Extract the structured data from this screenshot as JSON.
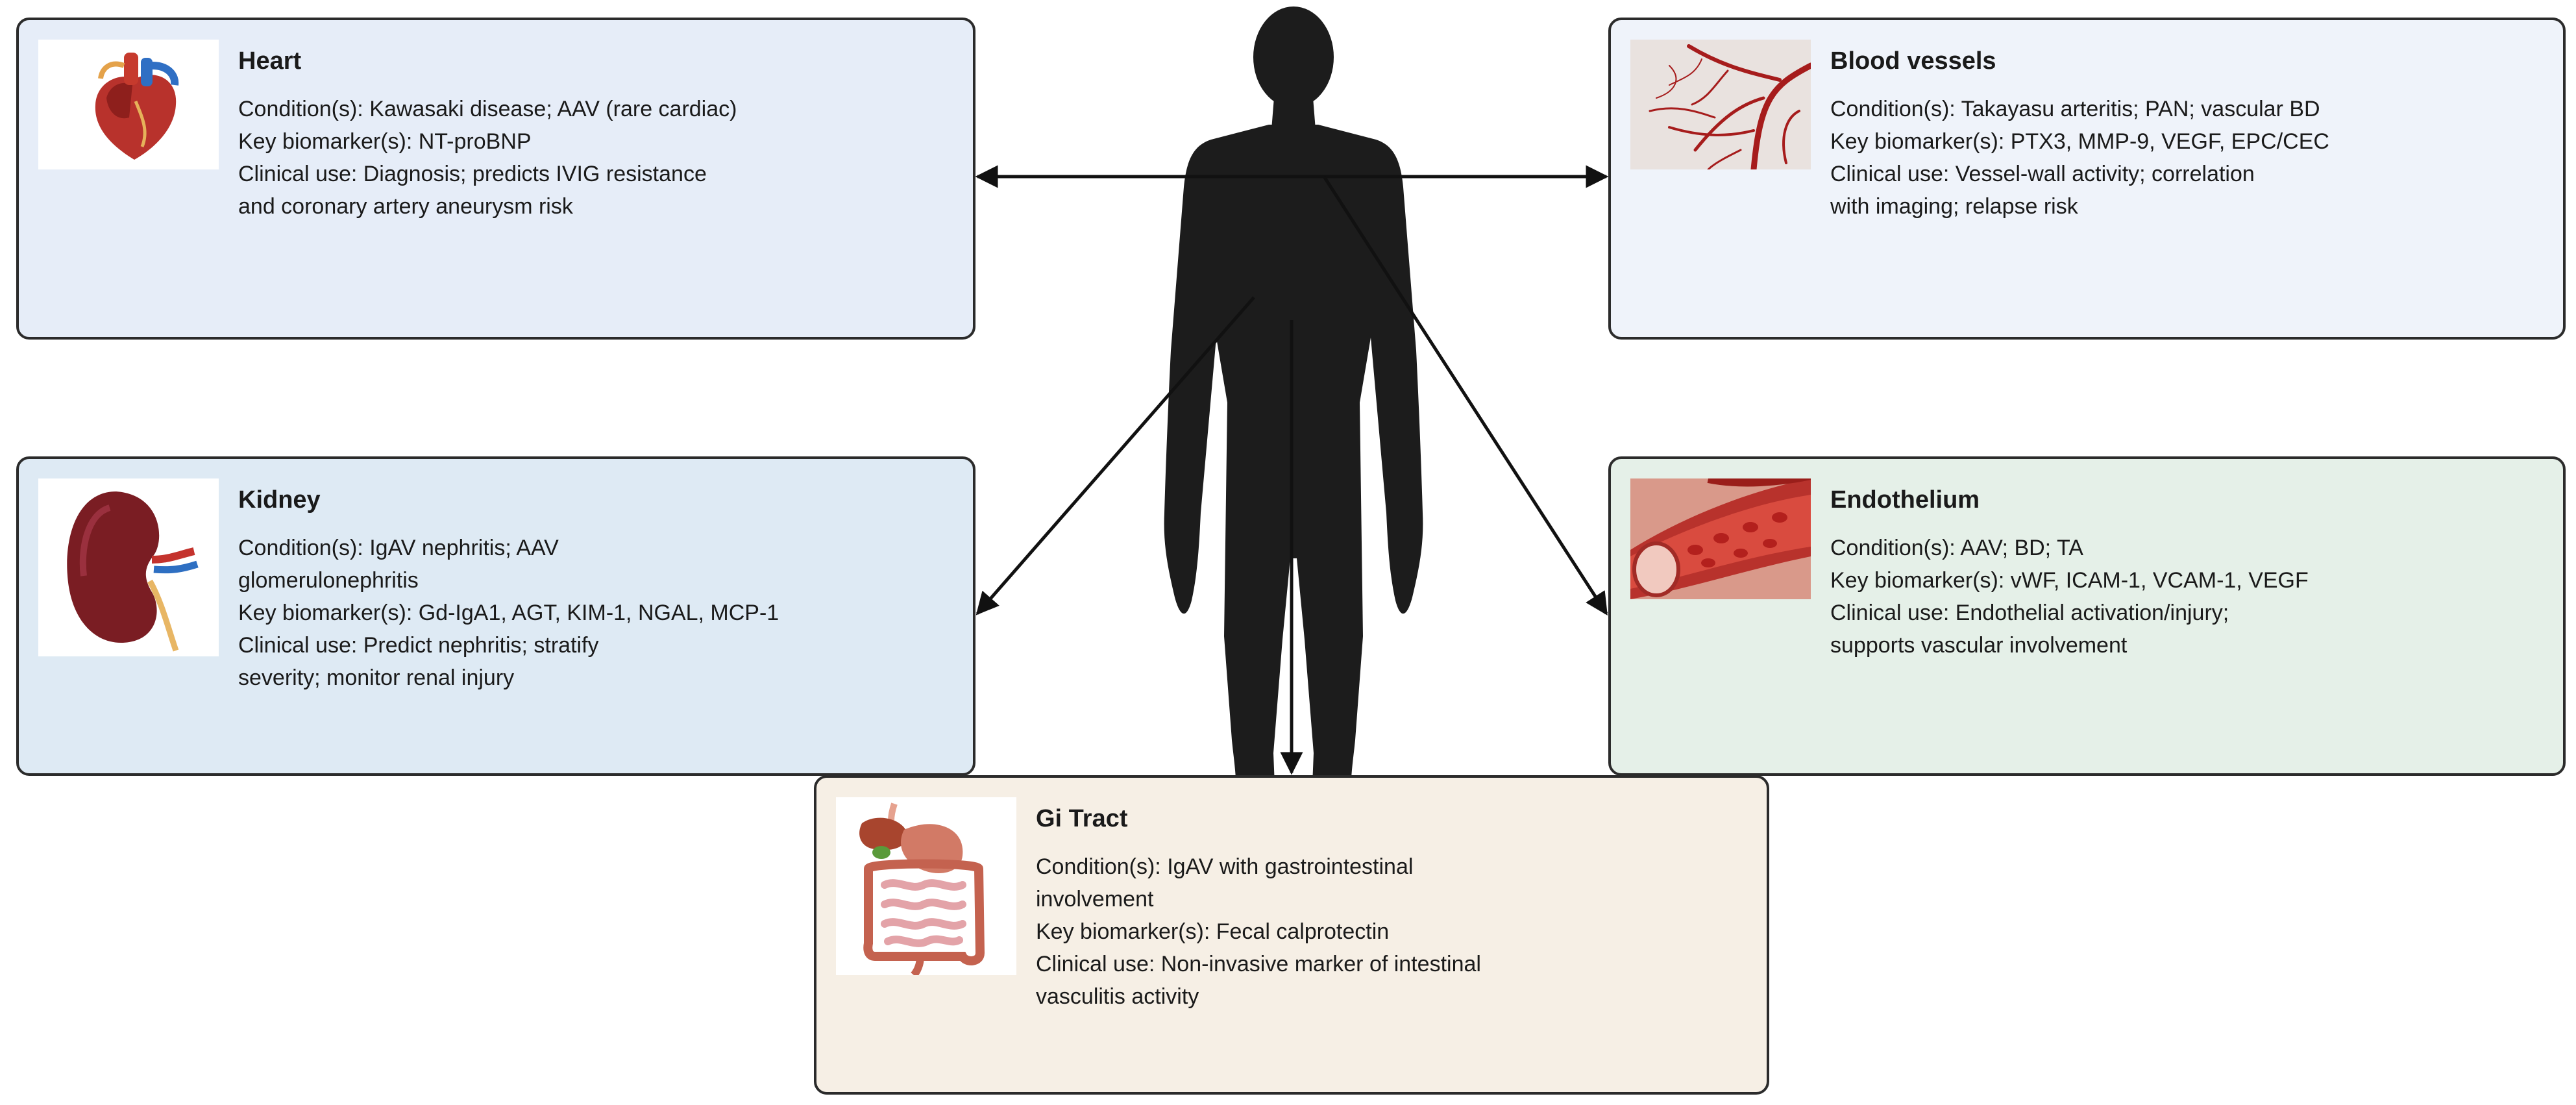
{
  "panels": {
    "heart": {
      "title": "Heart",
      "lines": [
        "Condition(s): Kawasaki disease; AAV (rare cardiac)",
        "Key biomarker(s): NT-proBNP",
        "Clinical use: Diagnosis; predicts IVIG resistance",
        "and coronary artery aneurysm risk"
      ]
    },
    "vessels": {
      "title": "Blood vessels",
      "lines": [
        "Condition(s): Takayasu arteritis; PAN; vascular BD",
        "Key biomarker(s): PTX3, MMP-9, VEGF, EPC/CEC",
        "Clinical use: Vessel-wall activity; correlation",
        "with imaging; relapse risk"
      ]
    },
    "kidney": {
      "title": "Kidney",
      "lines": [
        "Condition(s): IgAV nephritis; AAV",
        "glomerulonephritis",
        "Key biomarker(s): Gd-IgA1, AGT, KIM-1, NGAL, MCP-1",
        "Clinical use: Predict nephritis; stratify",
        "severity; monitor renal injury"
      ]
    },
    "endothelium": {
      "title": "Endothelium",
      "lines": [
        "Condition(s): AAV; BD; TA",
        "Key biomarker(s): vWF, ICAM-1, VCAM-1, VEGF",
        "Clinical use: Endothelial activation/injury;",
        "supports vascular involvement"
      ]
    },
    "gi": {
      "title": "Gi Tract",
      "lines": [
        "Condition(s): IgAV with gastrointestinal",
        "involvement",
        "Key biomarker(s): Fecal calprotectin",
        "Clinical use: Non-invasive marker of intestinal",
        "vasculitis activity"
      ]
    }
  },
  "icons": {
    "center": "human-silhouette-icon",
    "heart": "heart-organ-icon",
    "vessels": "blood-vessel-network-icon",
    "kidney": "kidney-organ-icon",
    "endothelium": "endothelium-vessel-icon",
    "gi": "gi-tract-organ-icon"
  },
  "colors": {
    "heart_panel": "#e6edf8",
    "vessels_panel": "#eff3fa",
    "kidney_panel": "#deeaf4",
    "endothelium_panel": "#e5f0e8",
    "gi_panel": "#f6efe5",
    "silhouette": "#1c1c1c",
    "arrow": "#111111"
  }
}
